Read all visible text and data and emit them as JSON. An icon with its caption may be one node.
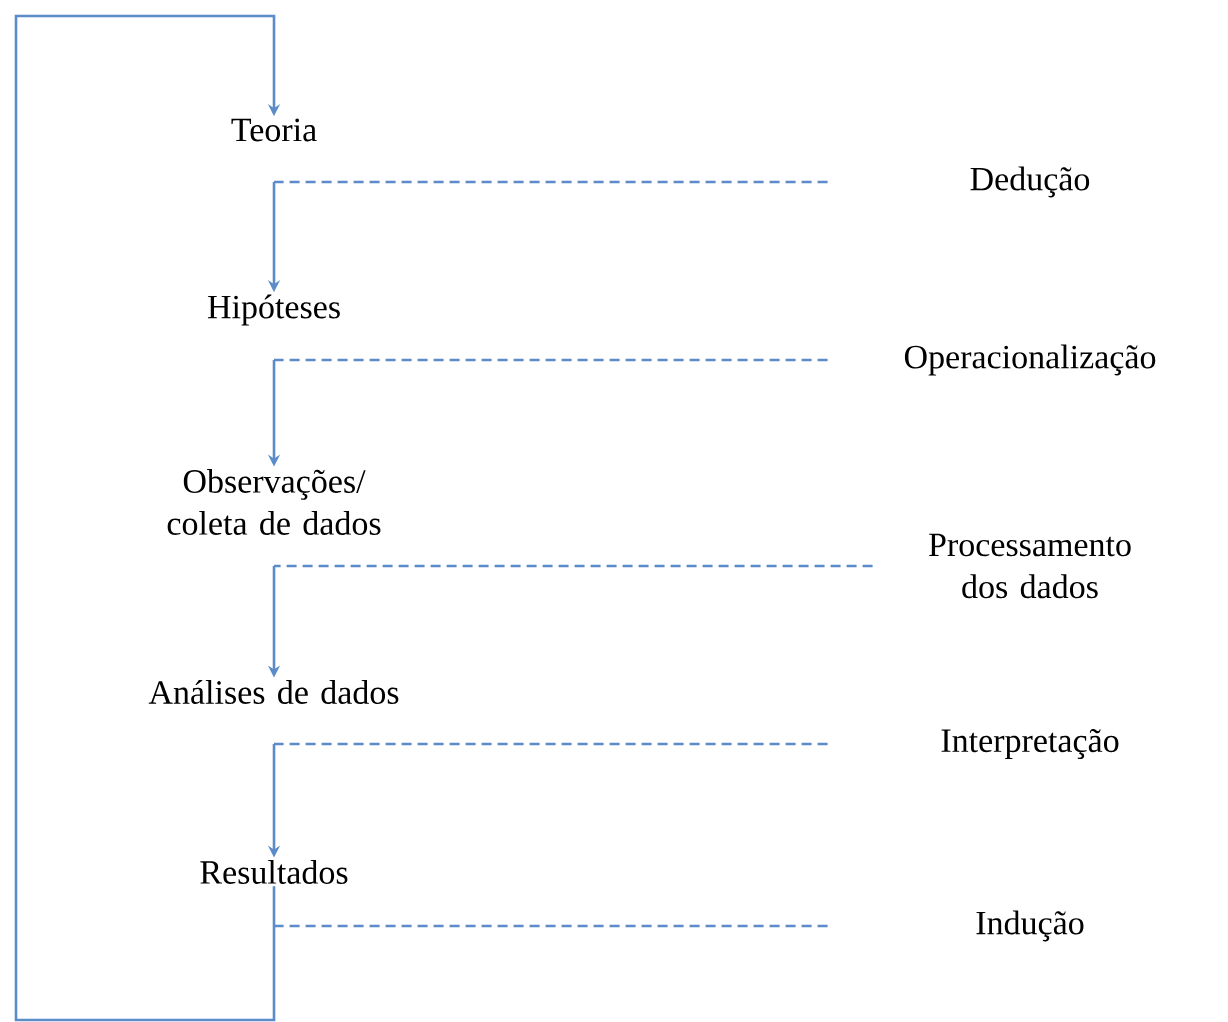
{
  "diagram": {
    "nodes": [
      {
        "text": [
          "Teoria"
        ]
      },
      {
        "text": [
          "Hipóteses"
        ]
      },
      {
        "text": [
          "Observações/ coleta de dados"
        ]
      },
      {
        "text": [
          "Análises de dados"
        ]
      },
      {
        "text": [
          "Resultados"
        ]
      },
      {
        "text": [
          "Dedução"
        ]
      },
      {
        "text": [
          "Operacionalização"
        ]
      },
      {
        "text": [
          "Processamento dos dados"
        ]
      },
      {
        "text": [
          "Interpretação"
        ]
      },
      {
        "text": [
          "Indução"
        ]
      }
    ],
    "edges": [
      {
        "from": 5,
        "to": 1,
        "arrow": "to",
        "style": "dashed"
      },
      {
        "from": 6,
        "to": 2,
        "arrow": "to",
        "style": "dashed"
      },
      {
        "from": 7,
        "to": 3,
        "arrow": "to",
        "style": "dashed"
      },
      {
        "from": 8,
        "to": 4,
        "arrow": "to",
        "style": "dashed"
      },
      {
        "from": 9,
        "to": 4,
        "arrow": "none",
        "style": "dashed"
      },
      {
        "from": 4,
        "to": 0,
        "arrow": "to"
      }
    ]
  }
}
